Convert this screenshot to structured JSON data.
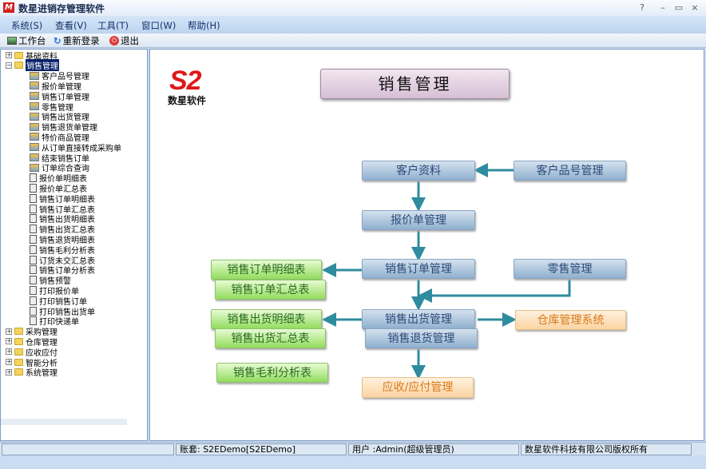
{
  "window": {
    "title": "数星进销存管理软件",
    "logo": "M",
    "help": "?",
    "minimize": "–",
    "maximize": "▭",
    "close": "×"
  },
  "menu": [
    "系统(S)",
    "查看(V)",
    "工具(T)",
    "窗口(W)",
    "帮助(H)"
  ],
  "toolbar": {
    "workbench": "工作台",
    "relogin": "重新登录",
    "exit": "退出"
  },
  "tree": {
    "top": [
      {
        "label": "基础资料"
      },
      {
        "label": "销售管理"
      }
    ],
    "children": [
      {
        "label": "客户品号管理",
        "type": "app"
      },
      {
        "label": "报价单管理",
        "type": "app"
      },
      {
        "label": "销售订单管理",
        "type": "app"
      },
      {
        "label": "零售管理",
        "type": "app"
      },
      {
        "label": "销售出货管理",
        "type": "app"
      },
      {
        "label": "销售退货单管理",
        "type": "app"
      },
      {
        "label": "特价商品管理",
        "type": "app"
      },
      {
        "label": "从订单直接转成采购单",
        "type": "app"
      },
      {
        "label": "结束销售订单",
        "type": "app"
      },
      {
        "label": "订单综合查询",
        "type": "app"
      },
      {
        "label": "报价单明细表",
        "type": "doc"
      },
      {
        "label": "报价单汇总表",
        "type": "doc"
      },
      {
        "label": "销售订单明细表",
        "type": "doc"
      },
      {
        "label": "销售订单汇总表",
        "type": "doc"
      },
      {
        "label": "销售出货明细表",
        "type": "doc"
      },
      {
        "label": "销售出货汇总表",
        "type": "doc"
      },
      {
        "label": "销售退货明细表",
        "type": "doc"
      },
      {
        "label": "销售毛利分析表",
        "type": "doc"
      },
      {
        "label": "订货未交汇总表",
        "type": "doc"
      },
      {
        "label": "销售订单分析表",
        "type": "doc"
      },
      {
        "label": "销售预警",
        "type": "doc"
      },
      {
        "label": "打印报价单",
        "type": "doc"
      },
      {
        "label": "打印销售订单",
        "type": "doc"
      },
      {
        "label": "打印销售出货单",
        "type": "doc"
      },
      {
        "label": "打印快递单",
        "type": "doc"
      }
    ],
    "bottom": [
      {
        "label": "采购管理"
      },
      {
        "label": "仓库管理"
      },
      {
        "label": "应收应付"
      },
      {
        "label": "智能分析"
      },
      {
        "label": "系统管理"
      }
    ]
  },
  "brand": {
    "logo": "S2",
    "name": "数星软件"
  },
  "diagram": {
    "title": "销售管理",
    "boxes": {
      "customer": "客户资料",
      "customer_item": "客户品号管理",
      "quote": "报价单管理",
      "order": "销售订单管理",
      "retail": "零售管理",
      "order_detail": "销售订单明细表",
      "order_summary": "销售订单汇总表",
      "ship_detail": "销售出货明细表",
      "ship_summary": "销售出货汇总表",
      "ship": "销售出货管理",
      "return": "销售退货管理",
      "warehouse": "仓库管理系统",
      "profit": "销售毛利分析表",
      "ar_ap": "应收/应付管理"
    },
    "arrow_color": "#2f8c9e"
  },
  "status": {
    "account": "账套:  S2EDemo[S2EDemo]",
    "user": "用户 :Admin(超级管理员)",
    "copyright": "数星软件科技有限公司版权所有"
  }
}
